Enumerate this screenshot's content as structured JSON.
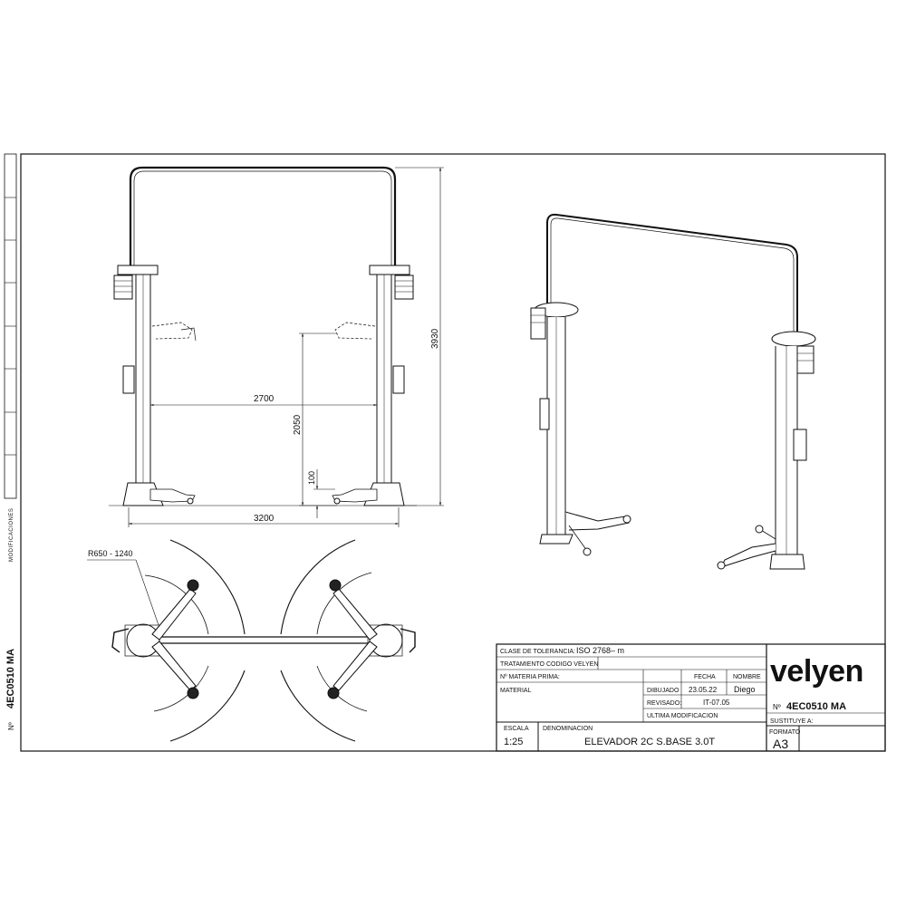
{
  "side_strip": {
    "modifications_label": "MODIFICACIONES",
    "drawing_number": "4EC0510 MA",
    "number_prefix": "Nº"
  },
  "dimensions": {
    "width_between_columns": "2700",
    "overall_width": "3200",
    "overall_height": "3930",
    "max_lift_height": "2050",
    "min_pad_height": "100",
    "arm_radius": "R650 - 1240"
  },
  "title_block": {
    "tolerance_label": "CLASE DE TOLERANCIA:",
    "tolerance_value": "ISO  2768– m",
    "treatment_label": "TRATAMIENTO CODIGO VELYEN",
    "material_number_label": "Nº MATERIA PRIMA:",
    "material_label": "MATERIAL",
    "date_header": "FECHA",
    "name_header": "NOMBRE",
    "drawn_label": "DIBUJADO",
    "drawn_date": "23.05.22",
    "drawn_name": "Diego",
    "revised_label": "REVISADO:",
    "revised_value": "IT-07.05",
    "last_mod_label": "ULTIMA MODIFICACION",
    "scale_label": "ESCALA",
    "scale_value": "1:25",
    "denomination_label": "DENOMINACION",
    "denomination_value": "ELEVADOR 2C S.BASE 3.0T",
    "brand": "velyen",
    "number_label": "Nº",
    "number_value": "4EC0510 MA",
    "replaces_label": "SUSTITUYE A:",
    "format_label": "FORMATO",
    "format_value": "A3"
  }
}
